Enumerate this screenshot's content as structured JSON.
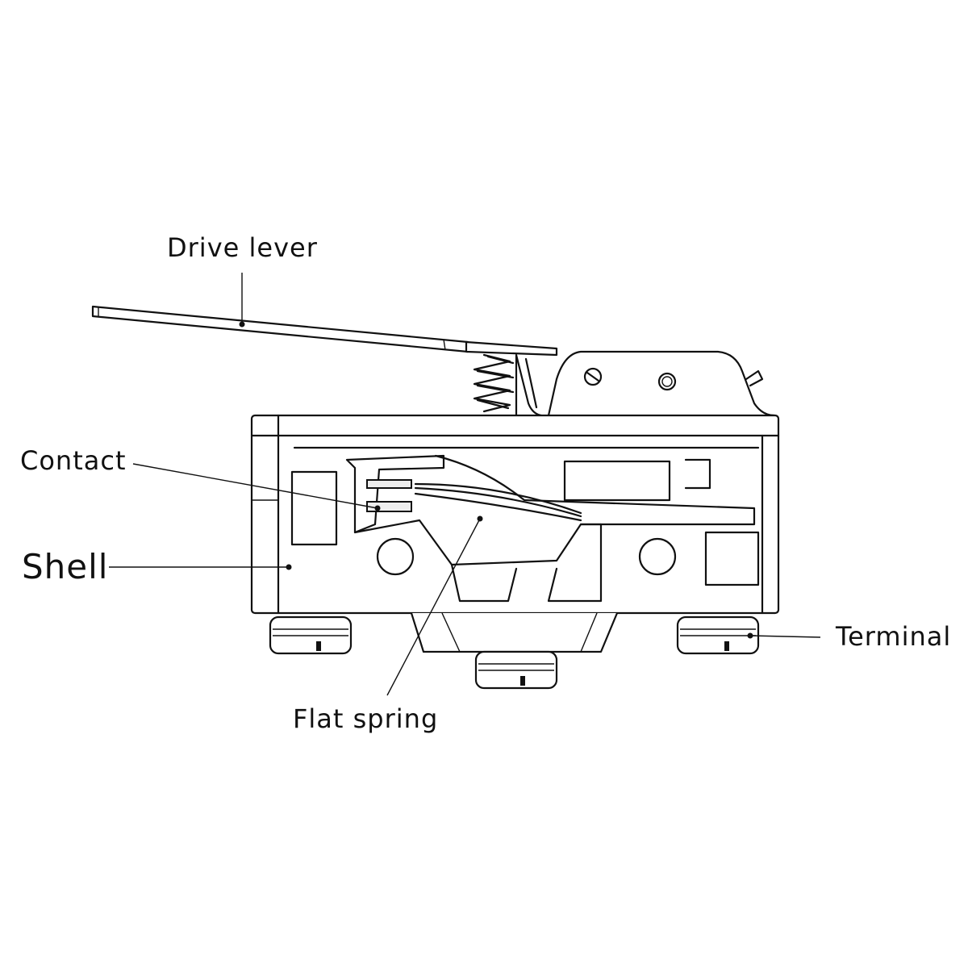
{
  "diagram": {
    "title": "Micro switch internal structure",
    "labels": {
      "drive_lever": "Drive lever",
      "contact": "Contact",
      "shell": "Shell",
      "terminal": "Terminal",
      "flat_spring": "Flat spring"
    },
    "colors": {
      "line": "#111111",
      "background": "#ffffff"
    }
  }
}
